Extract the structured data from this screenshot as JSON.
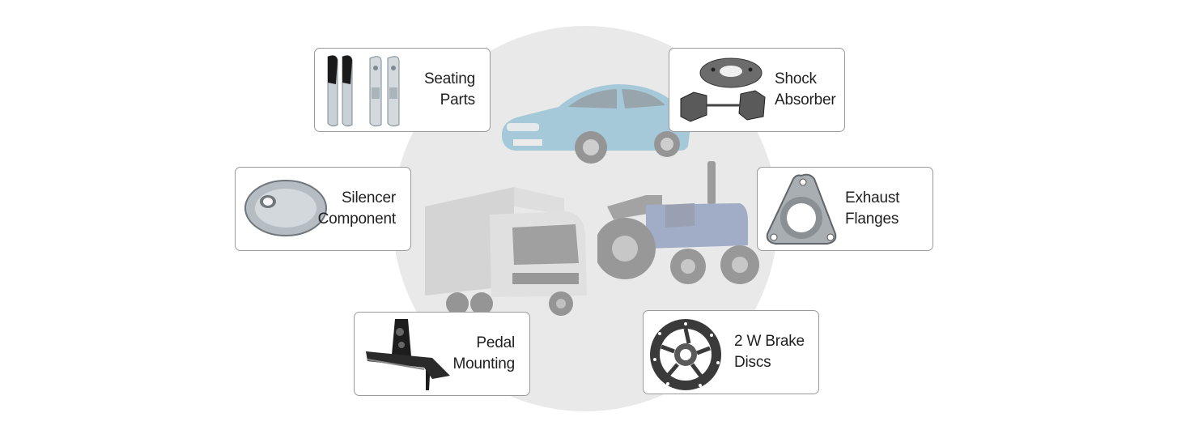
{
  "vehicles": [
    "car-icon",
    "truck-icon",
    "tractor-icon"
  ],
  "cards": [
    {
      "id": "seating-parts",
      "title_line1": "Seating",
      "title_line2": "Parts",
      "icon": "seating-parts-icon"
    },
    {
      "id": "shock-absorber",
      "title_line1": "Shock",
      "title_line2": "Absorber",
      "icon": "shock-absorber-icon"
    },
    {
      "id": "silencer-component",
      "title_line1": "Silencer",
      "title_line2": "Component",
      "icon": "silencer-icon"
    },
    {
      "id": "exhaust-flanges",
      "title_line1": "Exhaust",
      "title_line2": "Flanges",
      "icon": "exhaust-flange-icon"
    },
    {
      "id": "pedal-mounting",
      "title_line1": "Pedal",
      "title_line2": "Mounting",
      "icon": "pedal-mounting-icon"
    },
    {
      "id": "brake-discs",
      "title_line1": "2 W Brake",
      "title_line2": "Discs",
      "icon": "brake-disc-icon"
    }
  ],
  "colors": {
    "circle": "#e9e9e9",
    "card_border": "#9a9a9a",
    "text": "#1f1f1f"
  }
}
